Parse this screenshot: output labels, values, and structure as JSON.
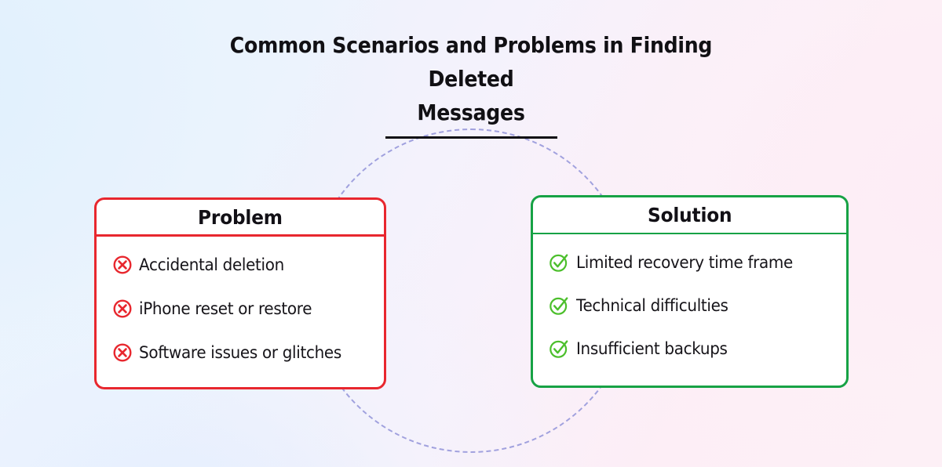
{
  "page": {
    "title_line1": "Common Scenarios and Problems in Finding Deleted",
    "title_line2": "Messages"
  },
  "colors": {
    "problem_accent": "#e8272e",
    "solution_accent": "#17a245",
    "title_text": "#111014",
    "dashed_circle": "#9a9bdc",
    "card_background": "#ffffff"
  },
  "background": {
    "gradient_from": "#e9f3fd",
    "gradient_to": "#fdf0f6",
    "decoration": "dashed-circle"
  },
  "cards": [
    {
      "id": "problem",
      "heading": "Problem",
      "accent": "#e8272e",
      "icon": "circle-x-icon",
      "items": [
        {
          "label": "Accidental deletion"
        },
        {
          "label": " iPhone reset or restore"
        },
        {
          "label": "Software issues or glitches"
        }
      ]
    },
    {
      "id": "solution",
      "heading": "Solution",
      "accent": "#17a245",
      "icon": "circle-check-icon",
      "items": [
        {
          "label": "Limited recovery time frame"
        },
        {
          "label": "Technical difficulties"
        },
        {
          "label": "Insufficient backups"
        }
      ]
    }
  ]
}
